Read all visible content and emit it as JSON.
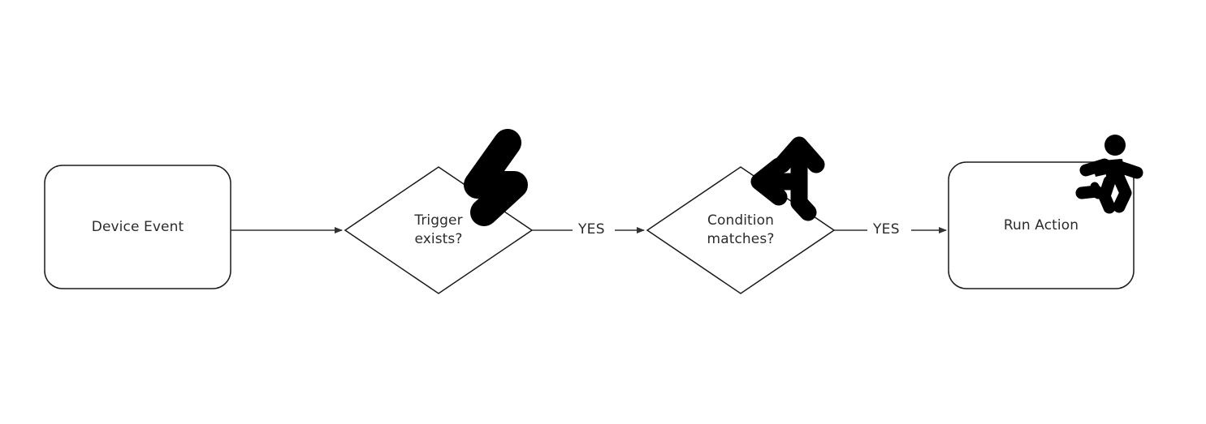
{
  "diagram": {
    "type": "flowchart",
    "orientation": "left-to-right",
    "background_color": "#ffffff",
    "stroke_color": "#1a1a1a",
    "text_color": "#2b2b2b",
    "nodes": [
      {
        "id": "device-event",
        "label": "Device Event",
        "shape": "rounded-rectangle",
        "icon": null
      },
      {
        "id": "trigger-exists",
        "label_line1": "Trigger",
        "label_line2": "exists?",
        "shape": "diamond",
        "icon": "lightning-bolt-icon"
      },
      {
        "id": "condition-matches",
        "label_line1": "Condition",
        "label_line2": "matches?",
        "shape": "diamond",
        "icon": "branch-fork-arrow-icon"
      },
      {
        "id": "run-action",
        "label": "Run Action",
        "shape": "rounded-rectangle",
        "icon": "running-person-icon"
      }
    ],
    "edges": [
      {
        "id": "edge-1",
        "from": "device-event",
        "to": "trigger-exists",
        "label": ""
      },
      {
        "id": "edge-2",
        "from": "trigger-exists",
        "to": "condition-matches",
        "label": "YES"
      },
      {
        "id": "edge-3",
        "from": "condition-matches",
        "to": "run-action",
        "label": "YES"
      }
    ]
  }
}
